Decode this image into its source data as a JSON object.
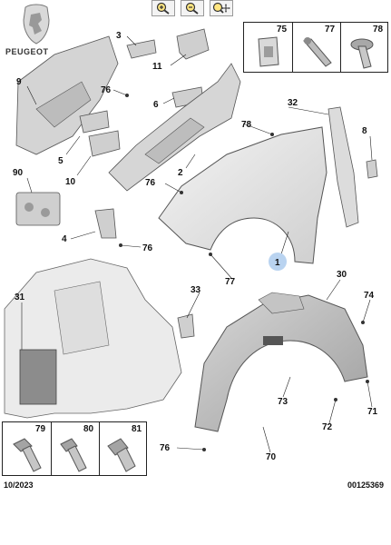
{
  "brand": {
    "name": "PEUGEOT"
  },
  "toolbar": {
    "zoom_in_icon": "zoom-in-icon",
    "zoom_out_icon": "zoom-out-icon",
    "pan_icon": "zoom-pan-icon"
  },
  "callouts": {
    "c1": "1",
    "c2": "2",
    "c3": "3",
    "c4": "4",
    "c5": "5",
    "c6": "6",
    "c8": "8",
    "c9": "9",
    "c10": "10",
    "c11": "11",
    "c30": "30",
    "c31": "31",
    "c32": "32",
    "c33": "33",
    "c70": "70",
    "c71": "71",
    "c72": "72",
    "c73": "73",
    "c74": "74",
    "c76a": "76",
    "c76b": "76",
    "c76c": "76",
    "c76d": "76",
    "c77": "77",
    "c78": "78",
    "c90": "90"
  },
  "fastener_boxes": {
    "top": [
      "75",
      "77",
      "78"
    ],
    "bottom": [
      "79",
      "80",
      "81"
    ]
  },
  "footer": {
    "date": "10/2023",
    "reference": "00125369"
  },
  "colors": {
    "part_fill": "#e6e6e6",
    "part_stroke": "#555555",
    "callout_circle": "#b9d3f0"
  }
}
